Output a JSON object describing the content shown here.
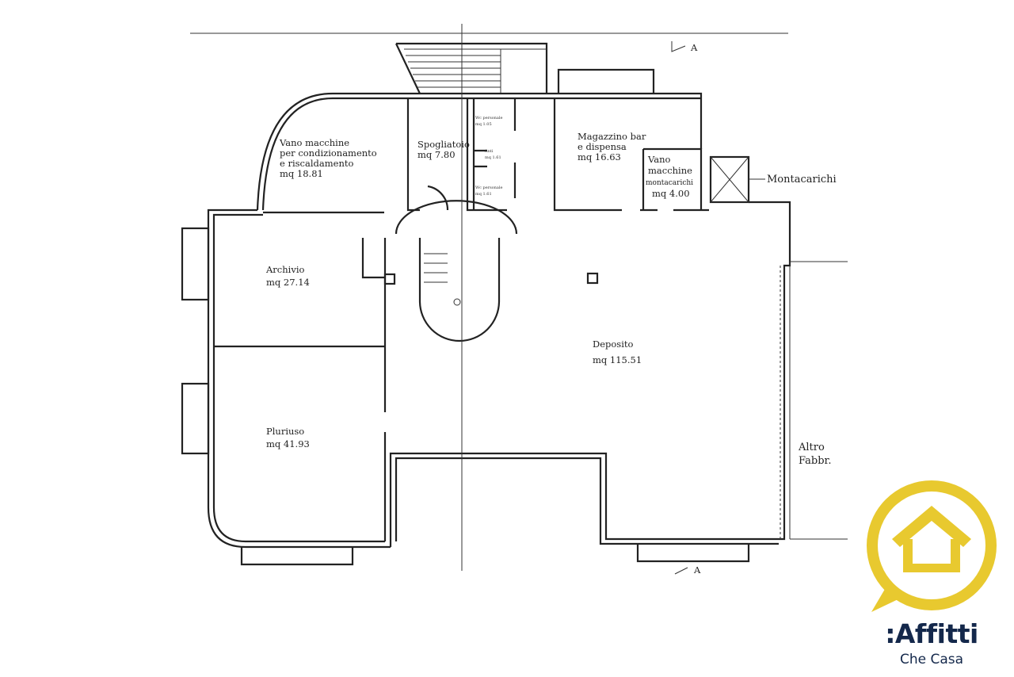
{
  "plan": {
    "section_marker": "A",
    "rooms": [
      {
        "name": "Vano macchine per condizionamento e riscaldamento",
        "lines": [
          "Vano macchine",
          "per condizionamento",
          "e riscaldamento"
        ],
        "area": "mq 18.81"
      },
      {
        "name": "Spogliatoio",
        "lines": [
          "Spogliatoio"
        ],
        "area": "mq 7.80"
      },
      {
        "name": "Magazzino bar e dispensa",
        "lines": [
          "Magazzino bar",
          "e dispensa"
        ],
        "area": "mq 16.63"
      },
      {
        "name": "Vano macchine montacarichi",
        "lines": [
          "Vano",
          "macchine",
          "montacarichi"
        ],
        "area": "mq 4.00"
      },
      {
        "name": "Archivio",
        "lines": [
          "Archivio"
        ],
        "area": "mq 27.14"
      },
      {
        "name": "Deposito",
        "lines": [
          "Deposito"
        ],
        "area": "mq 115.51"
      },
      {
        "name": "Pluriuso",
        "lines": [
          "Pluriuso"
        ],
        "area": "mq 41.93"
      }
    ],
    "small_rooms": [
      {
        "lines": [
          "Wc personale",
          "mq 1.05"
        ]
      },
      {
        "lines": [
          "Anti",
          "mq 1.61"
        ]
      },
      {
        "lines": [
          "Wc personale",
          "mq 1.61"
        ]
      }
    ],
    "montacarichi": "Montacarichi",
    "altro": [
      "Altro",
      "Fabbr."
    ]
  },
  "logo": {
    "word": ":Affitti",
    "sub": "Che Casa",
    "yellow": "#e8c92f",
    "navy": "#14284b"
  }
}
